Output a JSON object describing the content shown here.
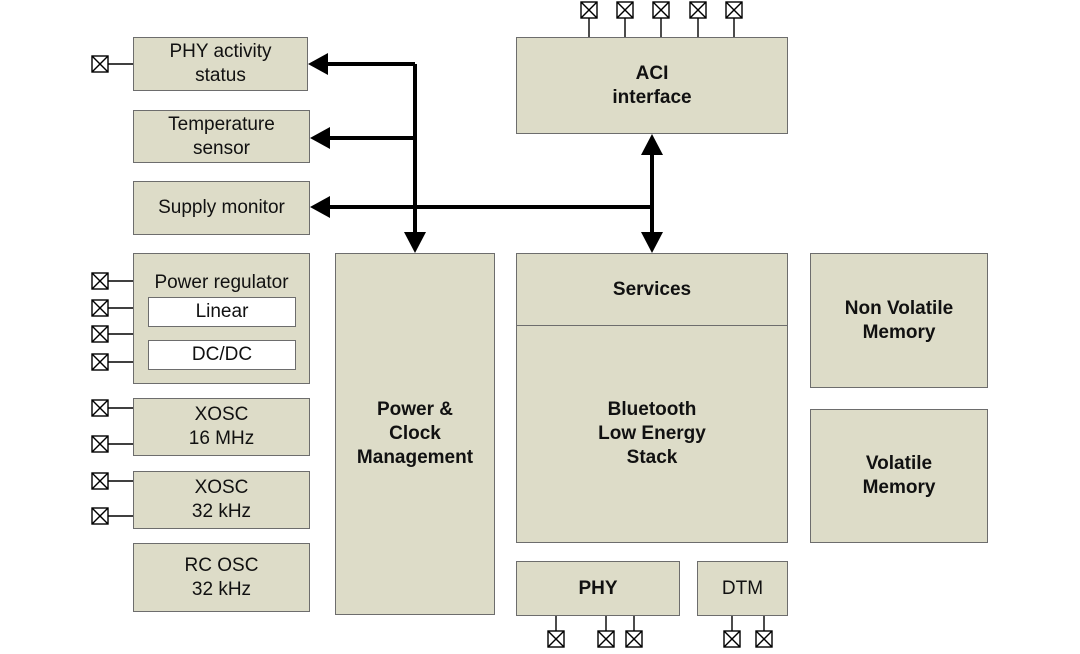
{
  "blocks": {
    "phy_activity": "PHY activity\nstatus",
    "temperature": "Temperature\nsensor",
    "supply_monitor": "Supply monitor",
    "power_regulator": "Power regulator",
    "linear": "Linear",
    "dcdc": "DC/DC",
    "xosc16": "XOSC\n16 MHz",
    "xosc32": "XOSC\n32 kHz",
    "rcosc": "RC OSC\n32 kHz",
    "pcm": "Power &\nClock\nManagement",
    "aci": "ACI\ninterface",
    "services": "Services",
    "ble_stack": "Bluetooth\nLow Energy\nStack",
    "nvm": "Non Volatile\nMemory",
    "vm": "Volatile\nMemory",
    "phy": "PHY",
    "dtm": "DTM"
  },
  "colors": {
    "block_fill": "#dddcc8",
    "border": "#6d6d6d",
    "line": "#000000"
  }
}
